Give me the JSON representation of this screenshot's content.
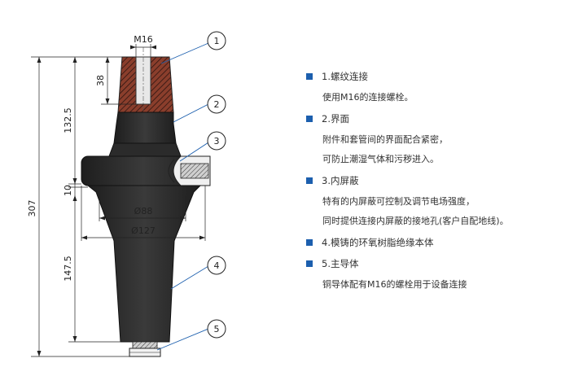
{
  "dimensions": {
    "thread": "M16",
    "total_height": "307",
    "upper_height": "132.5",
    "thread_depth": "38",
    "flange": "10",
    "lower_height": "147.5",
    "inner_dia": "Ø88",
    "outer_dia": "Ø127"
  },
  "callouts": [
    "1",
    "2",
    "3",
    "4",
    "5"
  ],
  "legend": [
    {
      "title": "1.螺纹连接",
      "desc": [
        "使用M16的连接螺栓。"
      ]
    },
    {
      "title": "2.界面",
      "desc": [
        "附件和套管间的界面配合紧密，",
        "可防止潮湿气体和污秽进入。"
      ]
    },
    {
      "title": "3.内屏蔽",
      "desc": [
        "特有的内屏蔽可控制及调节电场强度，",
        "同时提供连接内屏蔽的接地孔(客户自配地线)。"
      ]
    },
    {
      "title": "4.模铸的环氧树脂绝缘本体",
      "desc": []
    },
    {
      "title": "5.主导体",
      "desc": [
        "铜导体配有M16的螺栓用于设备连接"
      ]
    }
  ],
  "colors": {
    "bullet": "#1c5fae",
    "callout_line": "#1c5fae",
    "body": "#2a2a2a",
    "rubber": "#7a3a2a"
  }
}
